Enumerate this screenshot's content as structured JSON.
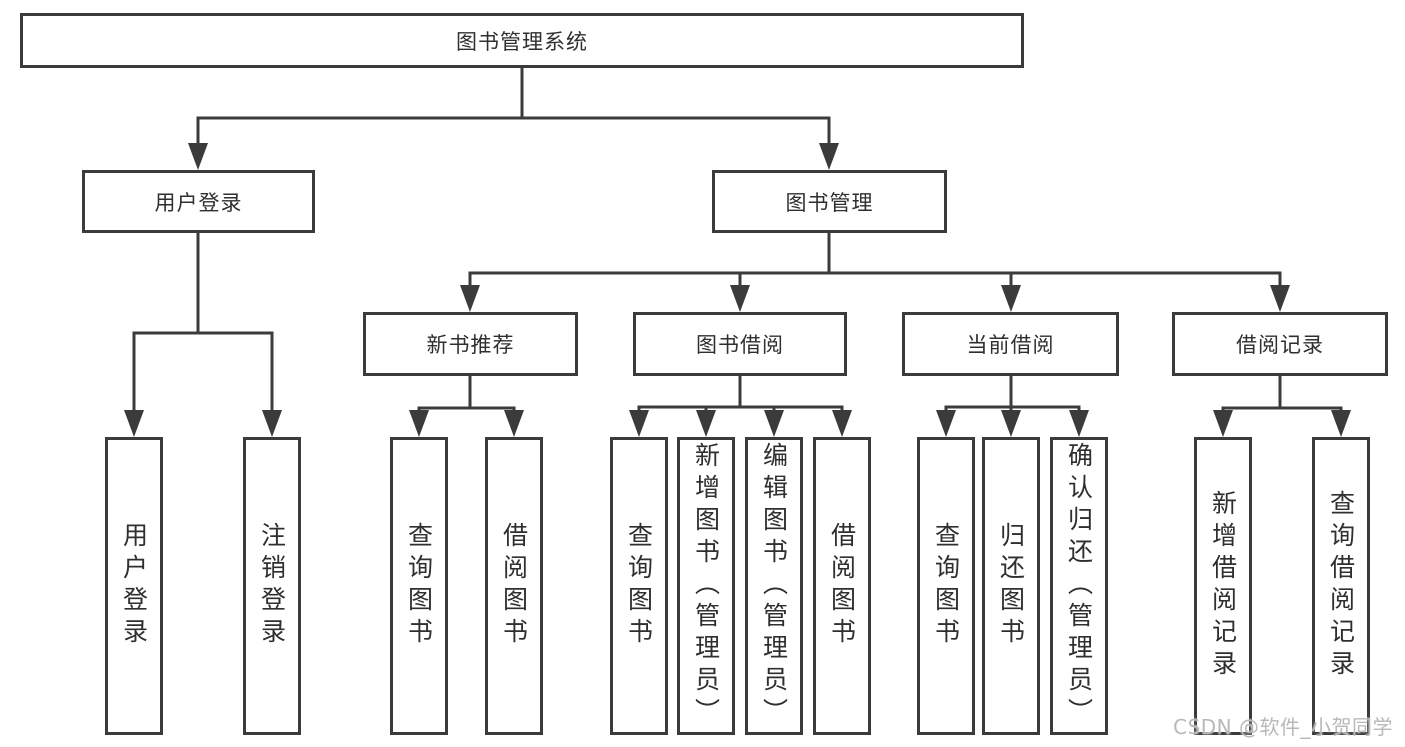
{
  "diagram": {
    "root": {
      "label": "图书管理系统"
    },
    "level2": [
      {
        "label": "用户登录",
        "children": [
          {
            "label": "用户登录"
          },
          {
            "label": "注销登录"
          }
        ]
      },
      {
        "label": "图书管理",
        "children": [
          {
            "label": "新书推荐",
            "children": [
              {
                "label": "查询图书"
              },
              {
                "label": "借阅图书"
              }
            ]
          },
          {
            "label": "图书借阅",
            "children": [
              {
                "label": "查询图书"
              },
              {
                "label": "新增图书（管理员）"
              },
              {
                "label": "编辑图书（管理员）"
              },
              {
                "label": "借阅图书"
              }
            ]
          },
          {
            "label": "当前借阅",
            "children": [
              {
                "label": "查询图书"
              },
              {
                "label": "归还图书"
              },
              {
                "label": "确认归还（管理员）"
              }
            ]
          },
          {
            "label": "借阅记录",
            "children": [
              {
                "label": "新增借阅记录"
              },
              {
                "label": "查询借阅记录"
              }
            ]
          }
        ]
      }
    ]
  },
  "watermark": {
    "text": "CSDN @软件_小贺同学"
  },
  "colors": {
    "line": "#3b3b3b",
    "border": "#3b3b3b",
    "text": "#2f2f2f",
    "watermark": "#b8b8b8",
    "background": "#ffffff"
  }
}
